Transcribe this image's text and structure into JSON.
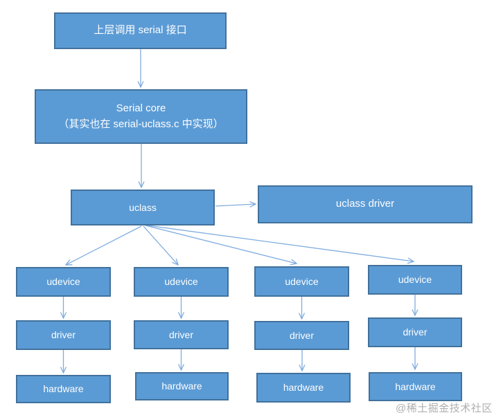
{
  "diagram": {
    "top": {
      "label": "上层调用 serial 接口"
    },
    "serial_core": {
      "line1": "Serial core",
      "line2": "（其实也在 serial-uclass.c 中实现）"
    },
    "uclass": {
      "label": "uclass"
    },
    "uclass_driver": {
      "label": "uclass driver"
    },
    "columns": [
      {
        "udevice": "udevice",
        "driver": "driver",
        "hardware": "hardware"
      },
      {
        "udevice": "udevice",
        "driver": "driver",
        "hardware": "hardware"
      },
      {
        "udevice": "udevice",
        "driver": "driver",
        "hardware": "hardware"
      },
      {
        "udevice": "udevice",
        "driver": "driver",
        "hardware": "hardware"
      }
    ],
    "watermark": "@稀土掘金技术社区"
  },
  "colors": {
    "box_fill": "#5B9BD5",
    "box_border": "#41719C",
    "arrow": "#7FACDE",
    "box_text": "#FDFEFF",
    "watermark_text": "#AFAFAF",
    "background": "#FFFFFF"
  }
}
